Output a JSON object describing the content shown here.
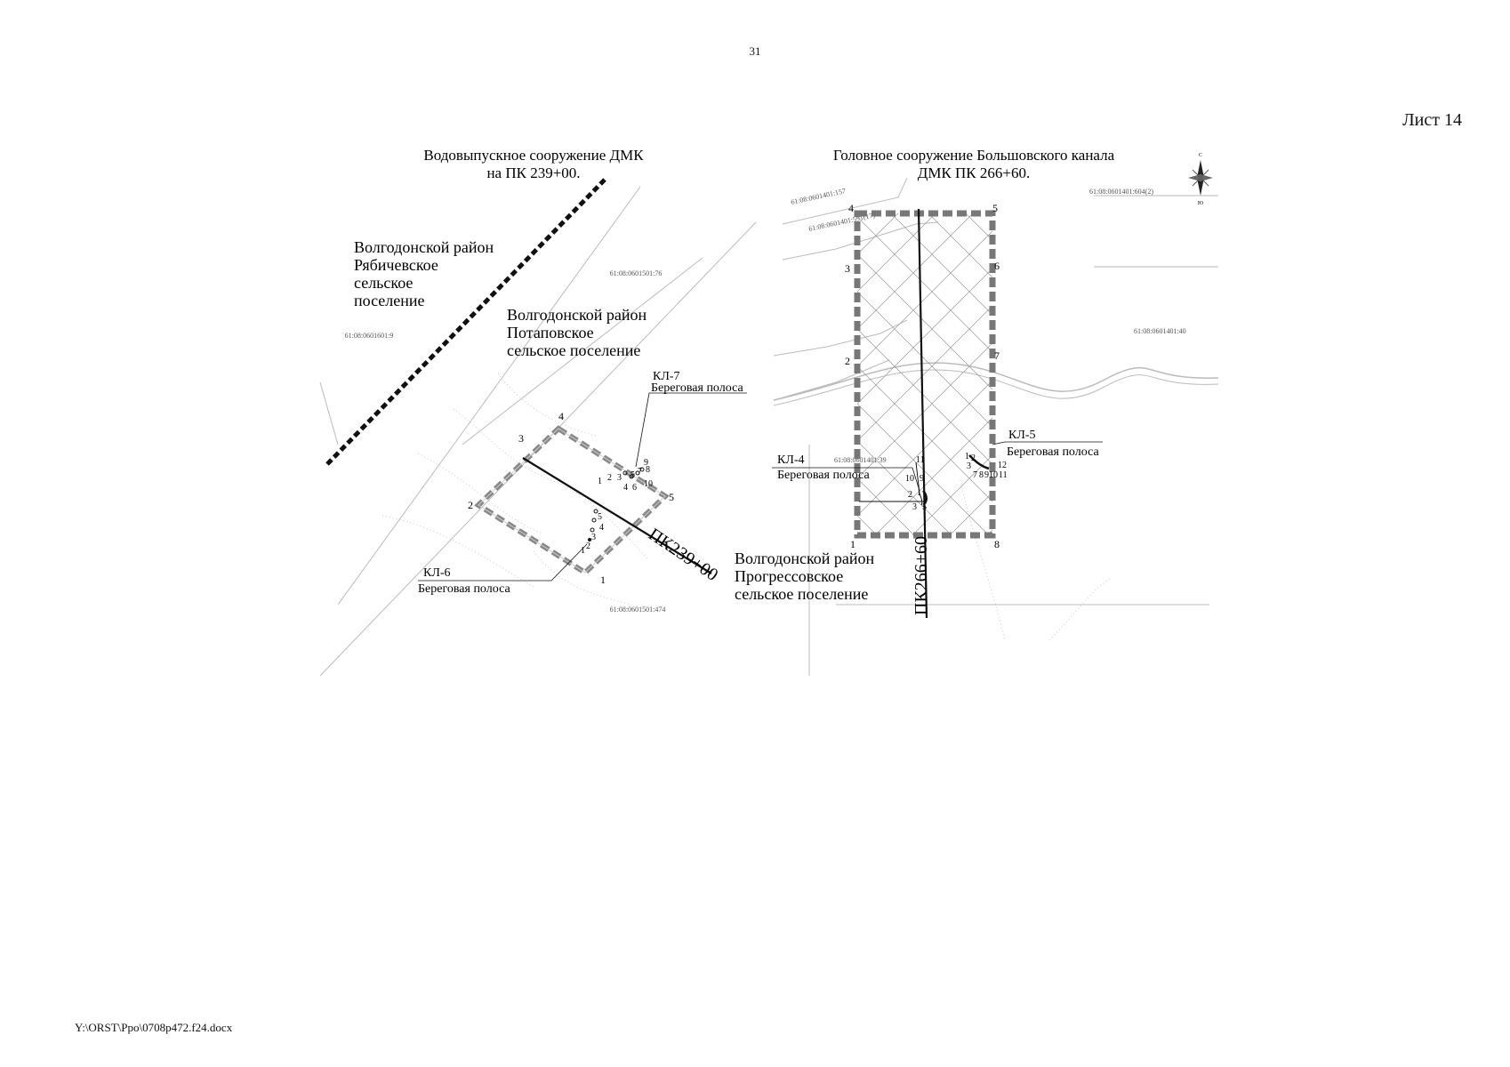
{
  "page": {
    "number": "31",
    "sheet": "Лист 14",
    "footer": "Y:\\ORST\\Ppo\\0708p472.f24.docx"
  },
  "left_map": {
    "title_line1": "Водовыпускное сооружение ДМК",
    "title_line2": "на ПК 239+00.",
    "region_rab": [
      "Волгодонской район",
      "Рябичевское",
      "сельское",
      "поселение"
    ],
    "region_pot": [
      "Волгодонской район",
      "Потаповское",
      "сельское поселение"
    ],
    "parcels": {
      "p76": "61:08:0601501:76",
      "p9": "61:08:0601601:9",
      "p474": "61:08:0601501:474"
    },
    "kl7": {
      "name": "КЛ-7",
      "desc": "Береговая полоса"
    },
    "kl6": {
      "name": "КЛ-6",
      "desc": "Береговая полоса"
    },
    "pk_label": "ПК239+00",
    "pts": {
      "p1": "1",
      "p2": "2",
      "p3": "3",
      "p4": "4",
      "p5": "5",
      "a1": "1",
      "a2": "2",
      "a3": "3",
      "a4": "4",
      "a5": "5",
      "a6": "6",
      "a7": "7",
      "a8": "8",
      "a9": "9",
      "a10": "10",
      "b1": "1",
      "b2": "2",
      "b3": "3",
      "b4": "4",
      "b5": "5"
    }
  },
  "right_map": {
    "title_line1": "Головное сооружение Большовского канала",
    "title_line2": "ДМК ПК 266+60.",
    "region_prog": [
      "Волгодонской район",
      "Прогрессовское",
      "сельское поселение"
    ],
    "parcels": {
      "p157": "61:08:0601401:157",
      "p591": "61:08:0601401:591(17)",
      "p604": "61:08:0601401:604(2)",
      "p40": "61:08:0601401:40",
      "p39": "61:08:0601401:39"
    },
    "kl5": {
      "name": "КЛ-5",
      "desc": "Береговая полоса"
    },
    "kl4": {
      "name": "КЛ-4",
      "desc": "Береговая полоса"
    },
    "pk_label": "ПК266+60",
    "compass": {
      "north": "С",
      "south": "Ю"
    },
    "pts": {
      "p1": "1",
      "p2": "2",
      "p3": "3",
      "p4": "4",
      "p5": "5",
      "p6": "6",
      "p7": "7",
      "p8": "8",
      "k4_11": "11",
      "k4_10": "10",
      "k4_9": "9",
      "k4_2": "2",
      "k4_1": "1",
      "k4_3": "3",
      "k4_5": "5",
      "k5_1": "1",
      "k5_2": "2",
      "k5_3": "3",
      "k5_7": "7",
      "k5_8": "8",
      "k5_9": "9",
      "k5_10": "10",
      "k5_11": "11",
      "k5_12": "12"
    }
  }
}
